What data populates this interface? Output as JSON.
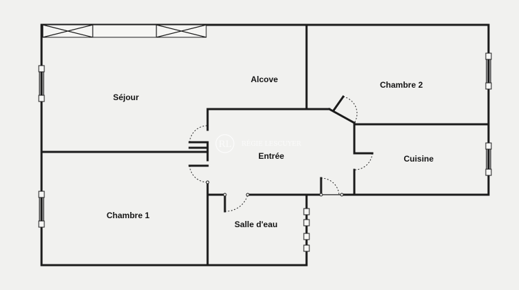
{
  "rooms": {
    "sejour": "Séjour",
    "alcove": "Alcove",
    "chambre2": "Chambre 2",
    "entree": "Entrée",
    "cuisine": "Cuisine",
    "chambre1": "Chambre 1",
    "salle_eau": "Salle d'eau"
  },
  "watermark": {
    "monogram": "RL",
    "name": "RÉGIE LESCUYER"
  }
}
